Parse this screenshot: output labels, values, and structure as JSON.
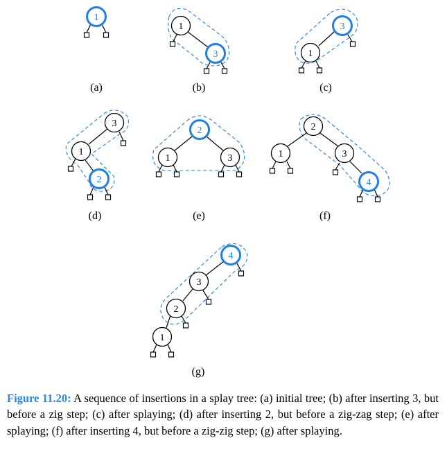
{
  "figure": {
    "accent_color": "#1f7fe8",
    "panels": [
      {
        "label": "(a)",
        "nodes": [
          "1"
        ],
        "highlighted": "1"
      },
      {
        "label": "(b)",
        "nodes": [
          "1",
          "3"
        ],
        "highlighted": "3"
      },
      {
        "label": "(c)",
        "nodes": [
          "3",
          "1"
        ],
        "highlighted": "3"
      },
      {
        "label": "(d)",
        "nodes": [
          "3",
          "1",
          "2"
        ],
        "highlighted": "2"
      },
      {
        "label": "(e)",
        "nodes": [
          "2",
          "1",
          "3"
        ],
        "highlighted": "2"
      },
      {
        "label": "(f)",
        "nodes": [
          "2",
          "1",
          "3",
          "4"
        ],
        "highlighted": "4"
      },
      {
        "label": "(g)",
        "nodes": [
          "4",
          "3",
          "2",
          "1"
        ],
        "highlighted": "4"
      }
    ]
  },
  "caption": {
    "label": "Figure 11.20:",
    "text": "A sequence of insertions in a splay tree: (a) initial tree; (b) after inserting 3, but before a zig step; (c) after splaying; (d) after inserting 2, but before a zig-zag step; (e) after splaying; (f) after inserting 4, but before a zig-zig step; (g) after splaying."
  }
}
